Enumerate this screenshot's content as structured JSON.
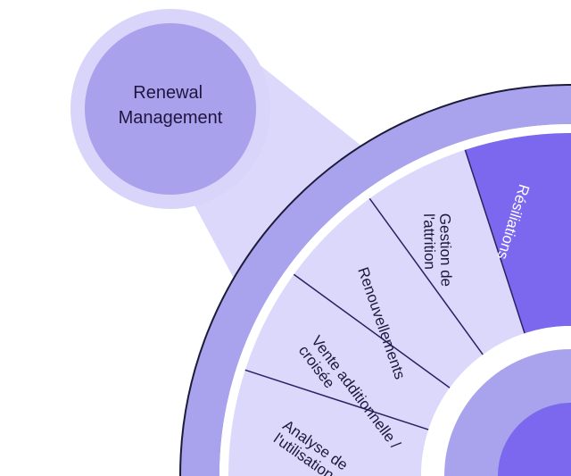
{
  "hub": {
    "lines": [
      "Renewal",
      "Management"
    ]
  },
  "segments": [
    {
      "lines": [
        "Analyse de",
        "l'utilisation"
      ],
      "highlight": false
    },
    {
      "lines": [
        "Vente additionnelle /",
        "croisée"
      ],
      "highlight": false
    },
    {
      "lines": [
        "Renouvellements"
      ],
      "highlight": false
    },
    {
      "lines": [
        "Gestion de",
        "l'attrition"
      ],
      "highlight": false
    },
    {
      "lines": [
        "Résiliations"
      ],
      "highlight": true
    }
  ],
  "colors": {
    "outer_ring": "#a9a2ec",
    "segment": "#dcd8fb",
    "segment_highlight": "#7b68ee",
    "divider": "#2b2062",
    "text": "#1f1640",
    "text_highlight": "#ffffff",
    "hub_outer": "#d9d5fa",
    "hub_inner": "#aaa1ec",
    "inner_core": "#7b68ee",
    "inner_ring": "#a9a2ec",
    "connector": "#dcd8fb",
    "stroke": "#1c1c3a"
  }
}
